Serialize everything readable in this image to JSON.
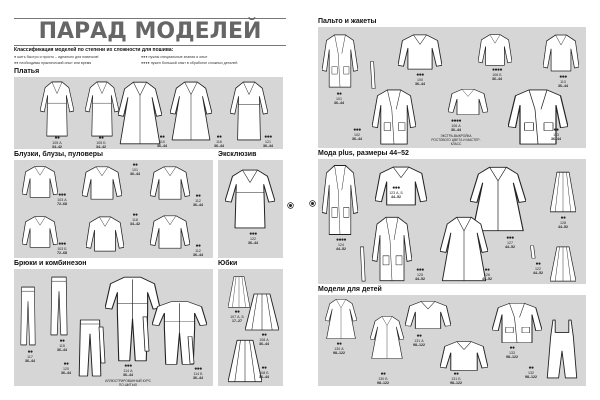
{
  "title": "ПАРАД МОДЕЛЕЙ",
  "classification": {
    "heading": "Классификация моделей по степени их сложности для пошива:",
    "levels": [
      {
        "dots": "●",
        "text": "шить быстро и просто – идеально для новичков!"
      },
      {
        "dots": "●●",
        "text": "необходимы практический опыт или время"
      },
      {
        "dots": "●●●",
        "text": "нужны специальные знания и опыт"
      },
      {
        "dots": "●●●●",
        "text": "нужен большой опыт в обработке сложных деталей"
      }
    ]
  },
  "sections": {
    "dresses": {
      "heading": "Платья",
      "models": [
        {
          "dots": "●●",
          "num": "105 А",
          "size": "34–42"
        },
        {
          "dots": "●●",
          "num": "105 Б",
          "size": "34–42"
        },
        {
          "dots": "●●",
          "num": "110",
          "size": "36–44"
        },
        {
          "dots": "●●",
          "num": "116",
          "size": "36–44"
        },
        {
          "dots": "●●●",
          "num": "121",
          "size": "36–44"
        }
      ]
    },
    "blouses": {
      "heading": "Блузки, блузы, пуловеры",
      "models": [
        {
          "dots": "●●●",
          "num": "103 А",
          "size": "72–68"
        },
        {
          "dots": "●●●",
          "num": "103 Б",
          "size": "72–68"
        },
        {
          "dots": "●●",
          "num": "101",
          "size": "36–44"
        },
        {
          "dots": "●●",
          "num": "118",
          "size": "34–42"
        },
        {
          "dots": "●●",
          "num": "112",
          "size": "36–44"
        },
        {
          "dots": "●●",
          "num": "112",
          "size": "36–44"
        }
      ]
    },
    "exclusive": {
      "heading": "Эксклюзив",
      "models": [
        {
          "dots": "●●●",
          "num": "122",
          "size": "36–44"
        }
      ]
    },
    "trousers": {
      "heading": "Брюки и комбинезон",
      "note": "ИЛЛЮСТРИРОВАННЫЙ КУРС ПО ШИТЬЮ",
      "models": [
        {
          "dots": "●●",
          "num": "117",
          "size": "36–44"
        },
        {
          "dots": "●●",
          "num": "115",
          "size": "36–44"
        },
        {
          "dots": "●●",
          "num": "120",
          "size": "36–44"
        },
        {
          "dots": "●●●",
          "num": "114 А",
          "size": "36–44"
        },
        {
          "dots": "●●●",
          "num": "114 Б",
          "size": "36–44"
        }
      ]
    },
    "skirts": {
      "heading": "Юбки",
      "models": [
        {
          "dots": "●●",
          "num": "107 А, Б",
          "size": "17–27"
        },
        {
          "dots": "●●",
          "num": "108 А",
          "size": "36–44"
        },
        {
          "dots": "●●",
          "num": "108 Б",
          "size": "36–44"
        }
      ]
    },
    "coats": {
      "heading": "Пальто и жакеты",
      "note": "ЭКСТРА-ВЫКРОЙКА РОСТОВОГО ЦВЕТА И МАСТЕР-КЛАСС",
      "models": [
        {
          "dots": "●●",
          "num": "101",
          "size": "36–44"
        },
        {
          "dots": "●●●",
          "num": "100",
          "size": "36–44"
        },
        {
          "dots": "●●●●",
          "num": "106 Б",
          "size": "36–44"
        },
        {
          "dots": "●●●",
          "num": "113",
          "size": "36–44"
        },
        {
          "dots": "●●●",
          "num": "102",
          "size": "36–44"
        },
        {
          "dots": "●●●●",
          "num": "106 А",
          "size": "36–44"
        },
        {
          "dots": "●●",
          "num": "113",
          "size": "36–44"
        }
      ]
    },
    "plus": {
      "heading": "Мода plus, размеры 44–52",
      "models": [
        {
          "dots": "●●●",
          "num": "123 А, Б",
          "size": "44–52"
        },
        {
          "dots": "●●●●",
          "num": "124",
          "size": "44–52"
        },
        {
          "dots": "●●●",
          "num": "125",
          "size": "44–52"
        },
        {
          "dots": "●●",
          "num": "126",
          "size": "44–52"
        },
        {
          "dots": "●●●",
          "num": "127",
          "size": "44–52"
        },
        {
          "dots": "●●",
          "num": "128",
          "size": "44–52"
        },
        {
          "dots": "●●",
          "num": "122",
          "size": "44–52"
        }
      ]
    },
    "kids": {
      "heading": "Модели для детей",
      "models": [
        {
          "dots": "●●",
          "num": "130 А",
          "size": "98–122"
        },
        {
          "dots": "●●",
          "num": "130 Б",
          "size": "98–122"
        },
        {
          "dots": "●●",
          "num": "131 А",
          "size": "98–122"
        },
        {
          "dots": "●●",
          "num": "131 Б",
          "size": "98–122"
        },
        {
          "dots": "●●",
          "num": "133",
          "size": "98–122"
        },
        {
          "dots": "●●",
          "num": "132",
          "size": "98–122"
        }
      ]
    }
  },
  "colors": {
    "panel": "#d6d6d6",
    "title": "#666666"
  }
}
